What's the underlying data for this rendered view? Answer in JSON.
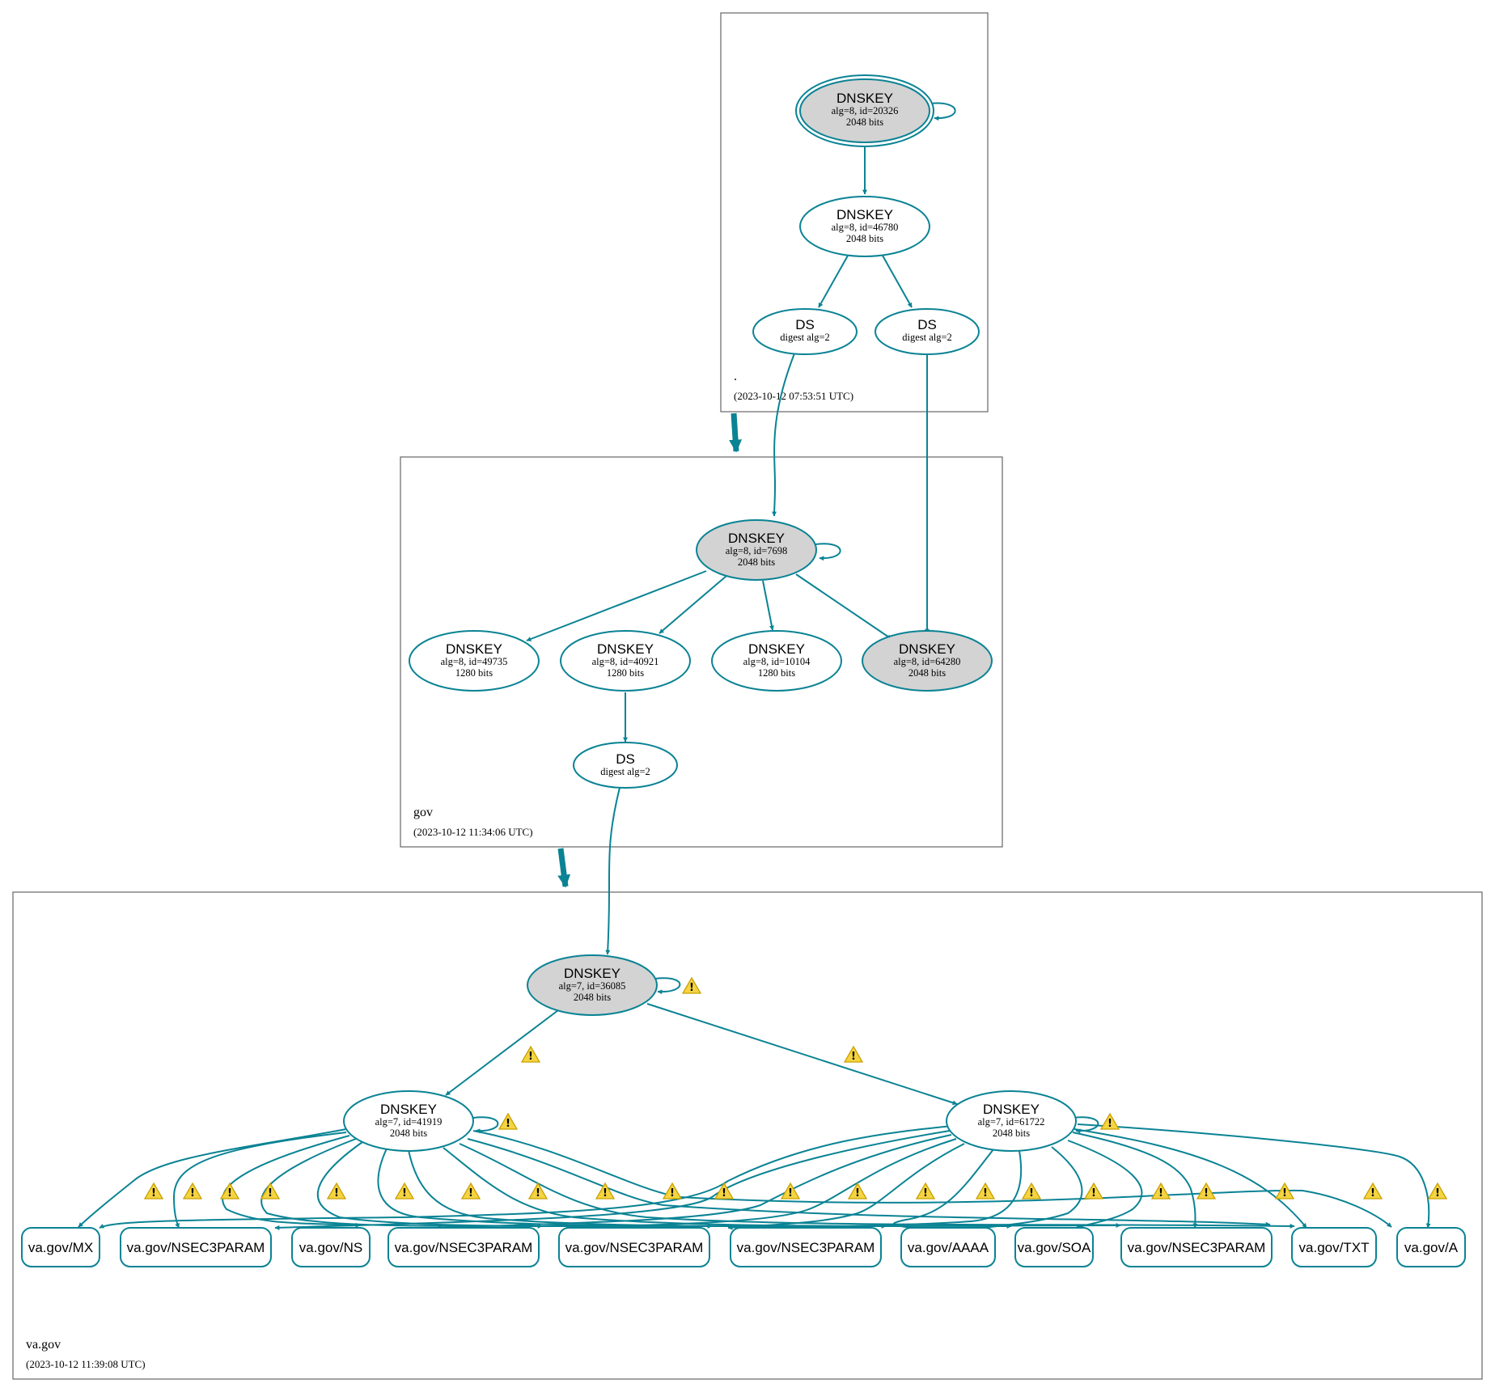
{
  "colors": {
    "edge": "#0a8394",
    "border": "#666666",
    "sep_fill": "#d3d3d3",
    "warn_fill": "#f5d442"
  },
  "zones": [
    {
      "id": "root",
      "name": ".",
      "timestamp": "(2023-10-12 07:53:51 UTC)"
    },
    {
      "id": "gov",
      "name": "gov",
      "timestamp": "(2023-10-12 11:34:06 UTC)"
    },
    {
      "id": "vagov",
      "name": "va.gov",
      "timestamp": "(2023-10-12 11:39:08 UTC)"
    }
  ],
  "nodes": [
    {
      "id": "root_ksk",
      "title": "DNSKEY",
      "line1": "alg=8, id=20326",
      "line2": "2048 bits",
      "sep": true,
      "trust_anchor": true
    },
    {
      "id": "root_zsk",
      "title": "DNSKEY",
      "line1": "alg=8, id=46780",
      "line2": "2048 bits",
      "sep": false
    },
    {
      "id": "root_ds1",
      "title": "DS",
      "line1": "digest alg=2",
      "line2": "",
      "sep": false
    },
    {
      "id": "root_ds2",
      "title": "DS",
      "line1": "digest alg=2",
      "line2": "",
      "sep": false
    },
    {
      "id": "gov_ksk",
      "title": "DNSKEY",
      "line1": "alg=8, id=7698",
      "line2": "2048 bits",
      "sep": true
    },
    {
      "id": "gov_k1",
      "title": "DNSKEY",
      "line1": "alg=8, id=49735",
      "line2": "1280 bits",
      "sep": false
    },
    {
      "id": "gov_k2",
      "title": "DNSKEY",
      "line1": "alg=8, id=40921",
      "line2": "1280 bits",
      "sep": false
    },
    {
      "id": "gov_k3",
      "title": "DNSKEY",
      "line1": "alg=8, id=10104",
      "line2": "1280 bits",
      "sep": false
    },
    {
      "id": "gov_k4",
      "title": "DNSKEY",
      "line1": "alg=8, id=64280",
      "line2": "2048 bits",
      "sep": true
    },
    {
      "id": "gov_ds",
      "title": "DS",
      "line1": "digest alg=2",
      "line2": "",
      "sep": false
    },
    {
      "id": "va_ksk",
      "title": "DNSKEY",
      "line1": "alg=7, id=36085",
      "line2": "2048 bits",
      "sep": true
    },
    {
      "id": "va_zsk1",
      "title": "DNSKEY",
      "line1": "alg=7, id=41919",
      "line2": "2048 bits",
      "sep": false
    },
    {
      "id": "va_zsk2",
      "title": "DNSKEY",
      "line1": "alg=7, id=61722",
      "line2": "2048 bits",
      "sep": false
    }
  ],
  "rrsets": [
    "va.gov/MX",
    "va.gov/NSEC3PARAM",
    "va.gov/NS",
    "va.gov/NSEC3PARAM",
    "va.gov/NSEC3PARAM",
    "va.gov/NSEC3PARAM",
    "va.gov/AAAA",
    "va.gov/SOA",
    "va.gov/NSEC3PARAM",
    "va.gov/TXT",
    "va.gov/A"
  ],
  "warning_icon": "warning-triangle-icon"
}
